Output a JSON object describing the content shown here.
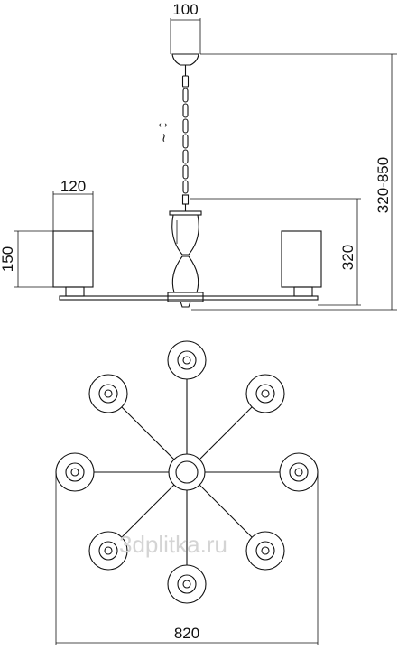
{
  "dimensions": {
    "canopy_width": "100",
    "shade_width": "120",
    "shade_height": "150",
    "body_height": "320",
    "total_height": "320-850",
    "overall_diameter": "820",
    "chain_marker": "↕ ~"
  },
  "watermark": "3dplitka.ru",
  "colors": {
    "line": "#111111",
    "background": "#ffffff",
    "watermark": "#d4d4d4"
  }
}
